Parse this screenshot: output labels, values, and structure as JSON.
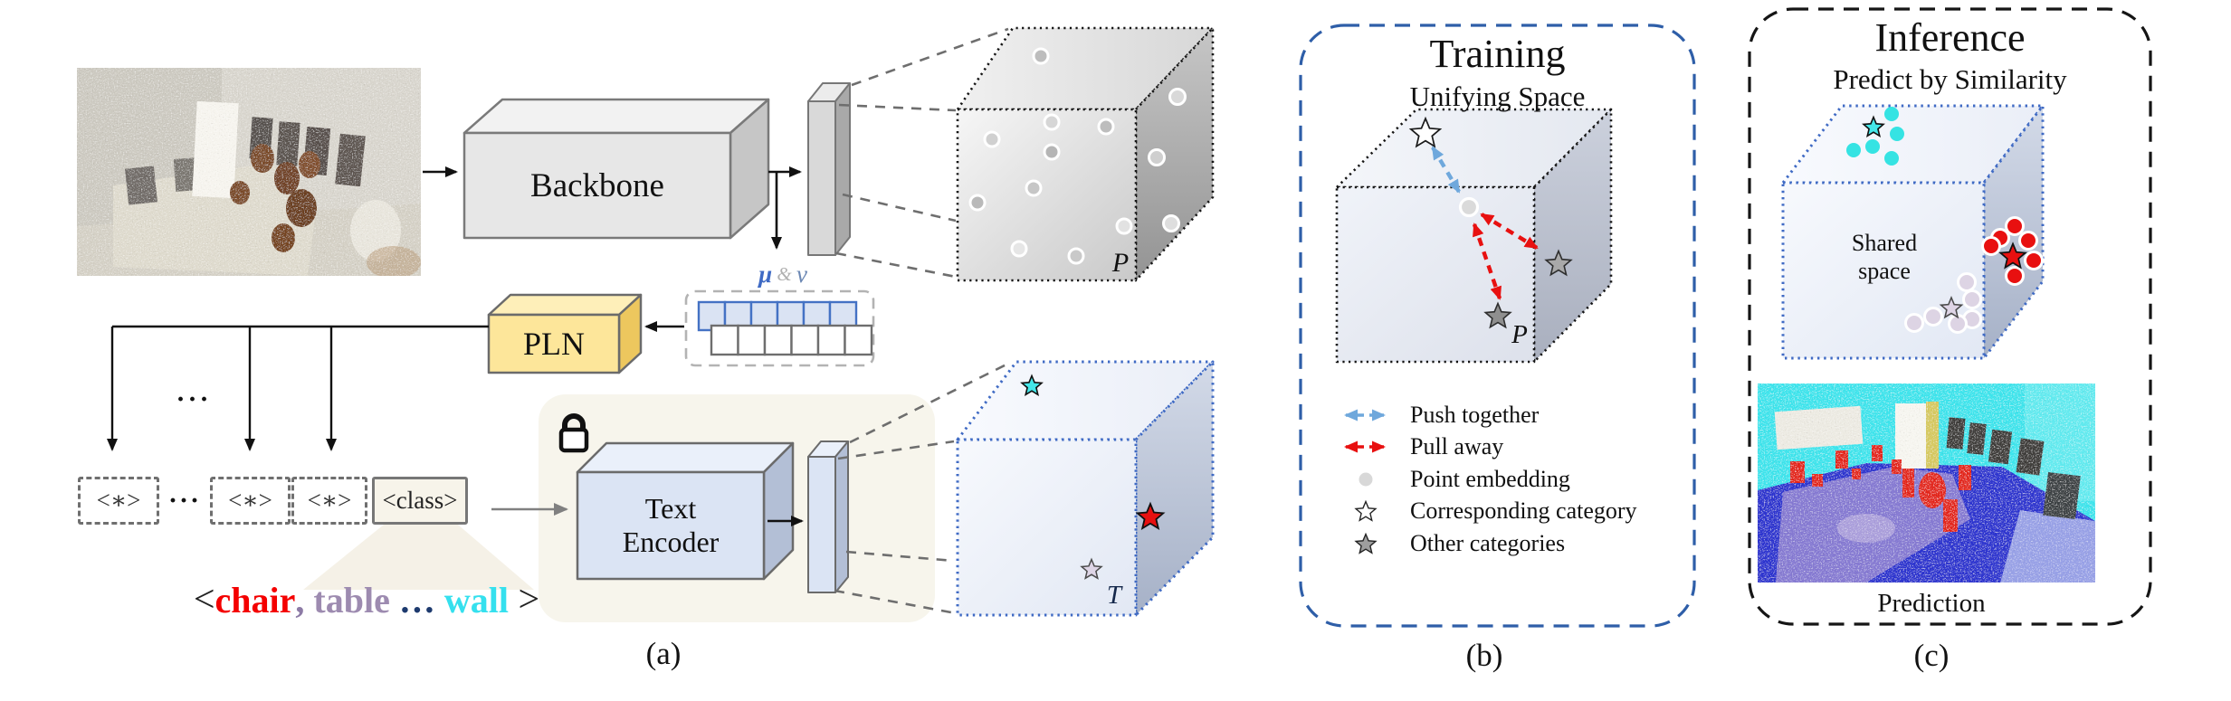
{
  "panel_a": {
    "caption": "(a)",
    "backbone_label": "Backbone",
    "pln_label": "PLN",
    "mu_label": "μ",
    "amp_label": " & ",
    "v_label": "v",
    "upper_ellipsis": "···",
    "token_star_1": "<∗>",
    "token_ellipsis": "···",
    "token_star_2": "<∗>",
    "token_star_3": "<∗>",
    "token_class": "<class>",
    "prompt": {
      "open": "<",
      "chair": "chair",
      "comma": ",",
      "table": " table",
      "ellipsis": " … ",
      "wall": "wall",
      "close": " >"
    },
    "text_encoder_line1": "Text",
    "text_encoder_line2": "Encoder",
    "point_space_label": "P",
    "text_space_label": "T"
  },
  "panel_b": {
    "caption": "(b)",
    "title": "Training",
    "subtitle": "Unifying Space",
    "cube_point_label": "P",
    "legend": [
      {
        "icon": "push-together-arrow",
        "label": "Push together",
        "color": "#6fa8dc"
      },
      {
        "icon": "pull-away-arrow",
        "label": "Pull away",
        "color": "#e81010"
      },
      {
        "icon": "point-embedding-dot",
        "label": "Point embedding",
        "color": "#d8d8d8"
      },
      {
        "icon": "corresponding-category-star",
        "label": "Corresponding category",
        "color": "#ffffff"
      },
      {
        "icon": "other-categories-star",
        "label": "Other categories",
        "color": "#9e9e9e"
      }
    ]
  },
  "panel_c": {
    "caption": "(c)",
    "title": "Inference",
    "subtitle": "Predict by Similarity",
    "shared_space_line1": "Shared",
    "shared_space_line2": "space",
    "prediction_label": "Prediction"
  },
  "colors": {
    "accent_blue": "#4472c4",
    "push_blue": "#6fa8dc",
    "pull_red": "#e81010",
    "pln_yellow": "#fde69a",
    "encoder_blue": "#dbe4f4",
    "category_cyan": "#3ae3e3",
    "category_red": "#e81010",
    "category_lavender": "#ddd4e4"
  }
}
